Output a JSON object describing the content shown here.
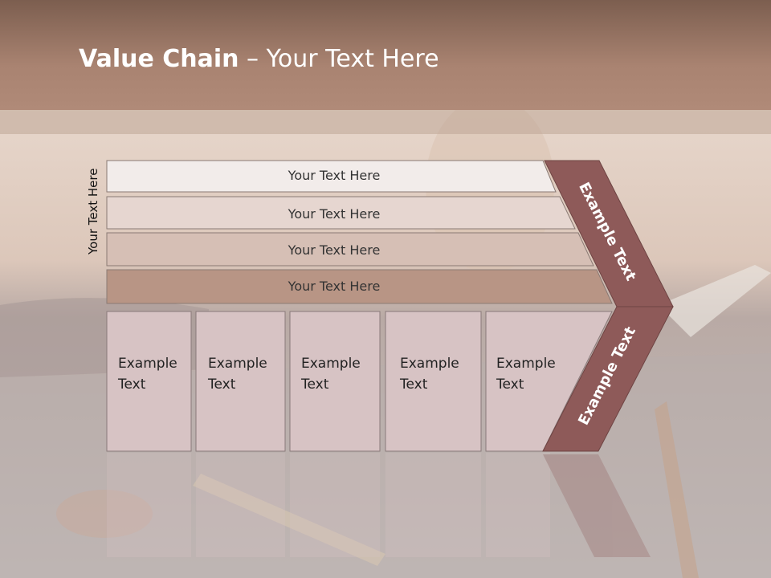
{
  "slide": {
    "title_bold": "Value Chain",
    "title_rest": " – Your Text Here",
    "vertical_label": "Your Text Here",
    "rows": [
      {
        "label": "Your Text Here",
        "fill": "#f2ecea"
      },
      {
        "label": "Your Text Here",
        "fill": "#e6d6d0"
      },
      {
        "label": "Your Text Here",
        "fill": "#d6bfb5"
      },
      {
        "label": "Your Text Here",
        "fill": "#b89585"
      }
    ],
    "cells": [
      {
        "line1": "Example",
        "line2": "Text"
      },
      {
        "line1": "Example",
        "line2": "Text"
      },
      {
        "line1": "Example",
        "line2": "Text"
      },
      {
        "line1": "Example",
        "line2": "Text"
      },
      {
        "line1": "Example",
        "line2": "Text"
      }
    ],
    "arrow_top_label": "Example Text",
    "arrow_bottom_label": "Example Text",
    "colors": {
      "title_bar": "#a98371",
      "cell_fill": "#d7c3c4",
      "arrow_fill": "#8e5a59"
    }
  }
}
